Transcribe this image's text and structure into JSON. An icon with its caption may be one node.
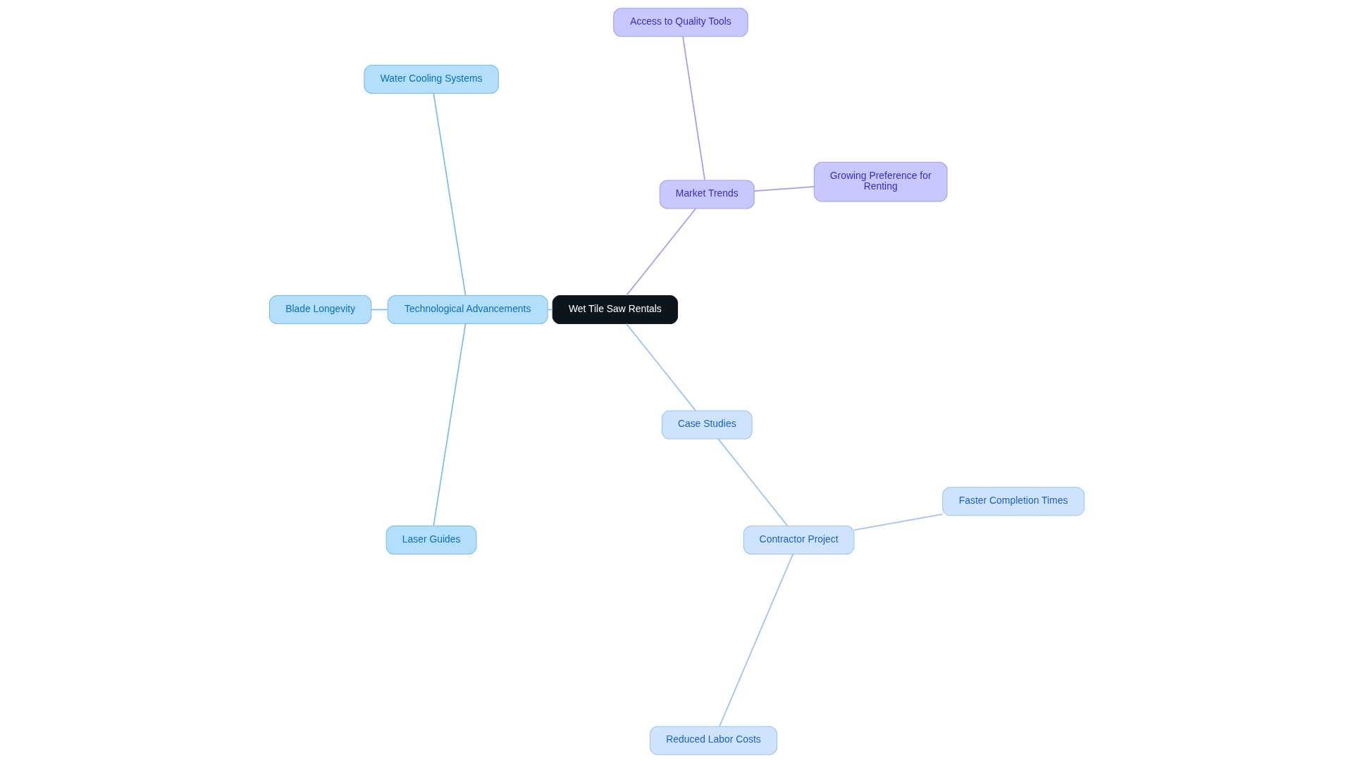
{
  "diagram": {
    "nodes": [
      {
        "text": [
          "Wet Tile Saw Rentals"
        ]
      },
      {
        "text": [
          "Market Trends"
        ]
      },
      {
        "text": [
          "Growing Preference for Renting"
        ]
      },
      {
        "text": [
          "Access to Quality Tools"
        ]
      },
      {
        "text": [
          "Technological Advancements"
        ]
      },
      {
        "text": [
          "Water Cooling Systems"
        ]
      },
      {
        "text": [
          "Blade Longevity"
        ]
      },
      {
        "text": [
          "Laser Guides"
        ]
      },
      {
        "text": [
          "Case Studies"
        ]
      },
      {
        "text": [
          "Contractor Project"
        ]
      },
      {
        "text": [
          "Reduced Labor Costs"
        ]
      },
      {
        "text": [
          "Faster Completion Times"
        ]
      }
    ],
    "edges": [
      {
        "from": 0,
        "to": 1,
        "arrow": "none",
        "color": "#a09ee8"
      },
      {
        "from": 1,
        "to": 2,
        "arrow": "none",
        "color": "#a09ee8"
      },
      {
        "from": 1,
        "to": 3,
        "arrow": "none",
        "color": "#a09ee8"
      },
      {
        "from": 0,
        "to": 4,
        "arrow": "none",
        "color": "#7bbde8"
      },
      {
        "from": 4,
        "to": 5,
        "arrow": "none",
        "color": "#7bbde8"
      },
      {
        "from": 4,
        "to": 6,
        "arrow": "none",
        "color": "#7bbde8"
      },
      {
        "from": 4,
        "to": 7,
        "arrow": "none",
        "color": "#7bbde8"
      },
      {
        "from": 0,
        "to": 8,
        "arrow": "none",
        "color": "#9ec3ec"
      },
      {
        "from": 8,
        "to": 9,
        "arrow": "none",
        "color": "#9ec3ec"
      },
      {
        "from": 9,
        "to": 10,
        "arrow": "none",
        "color": "#9ec3ec"
      },
      {
        "from": 9,
        "to": 11,
        "arrow": "none",
        "color": "#9ec3ec"
      }
    ]
  }
}
